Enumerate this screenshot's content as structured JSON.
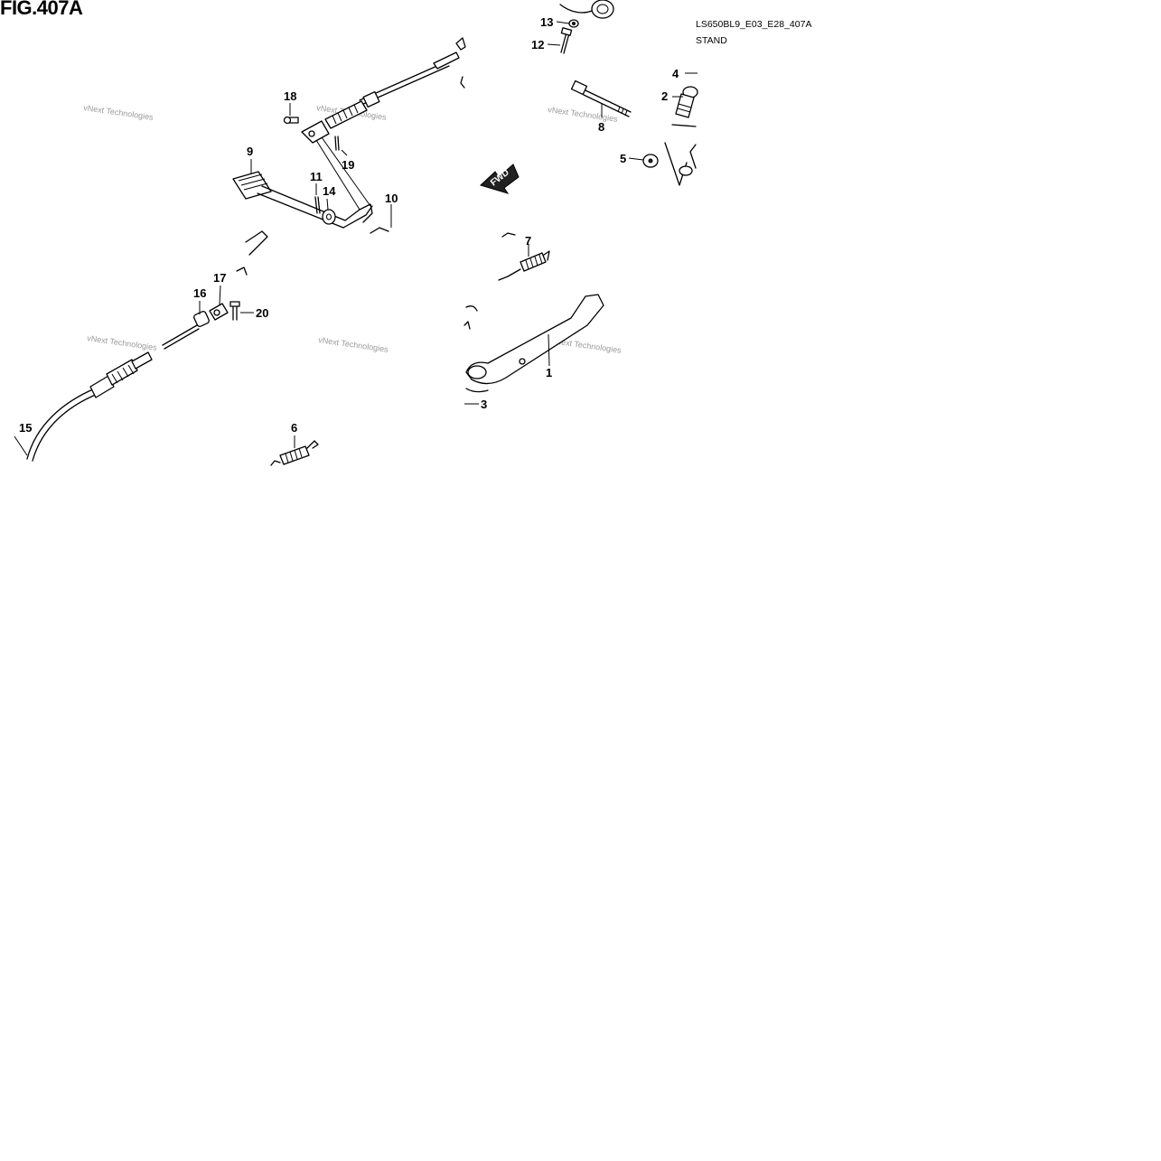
{
  "figure": {
    "title": "FIG.407A",
    "code": "LS650BL9_E03_E28_407A",
    "section": "STAND"
  },
  "watermark": {
    "text": "vNext Technologies"
  },
  "direction_marker": {
    "text": "FWD"
  },
  "callouts": [
    "1",
    "2",
    "3",
    "4",
    "5",
    "6",
    "7",
    "8",
    "9",
    "10",
    "11",
    "12",
    "13",
    "14",
    "15",
    "16",
    "17",
    "18",
    "19",
    "20"
  ]
}
